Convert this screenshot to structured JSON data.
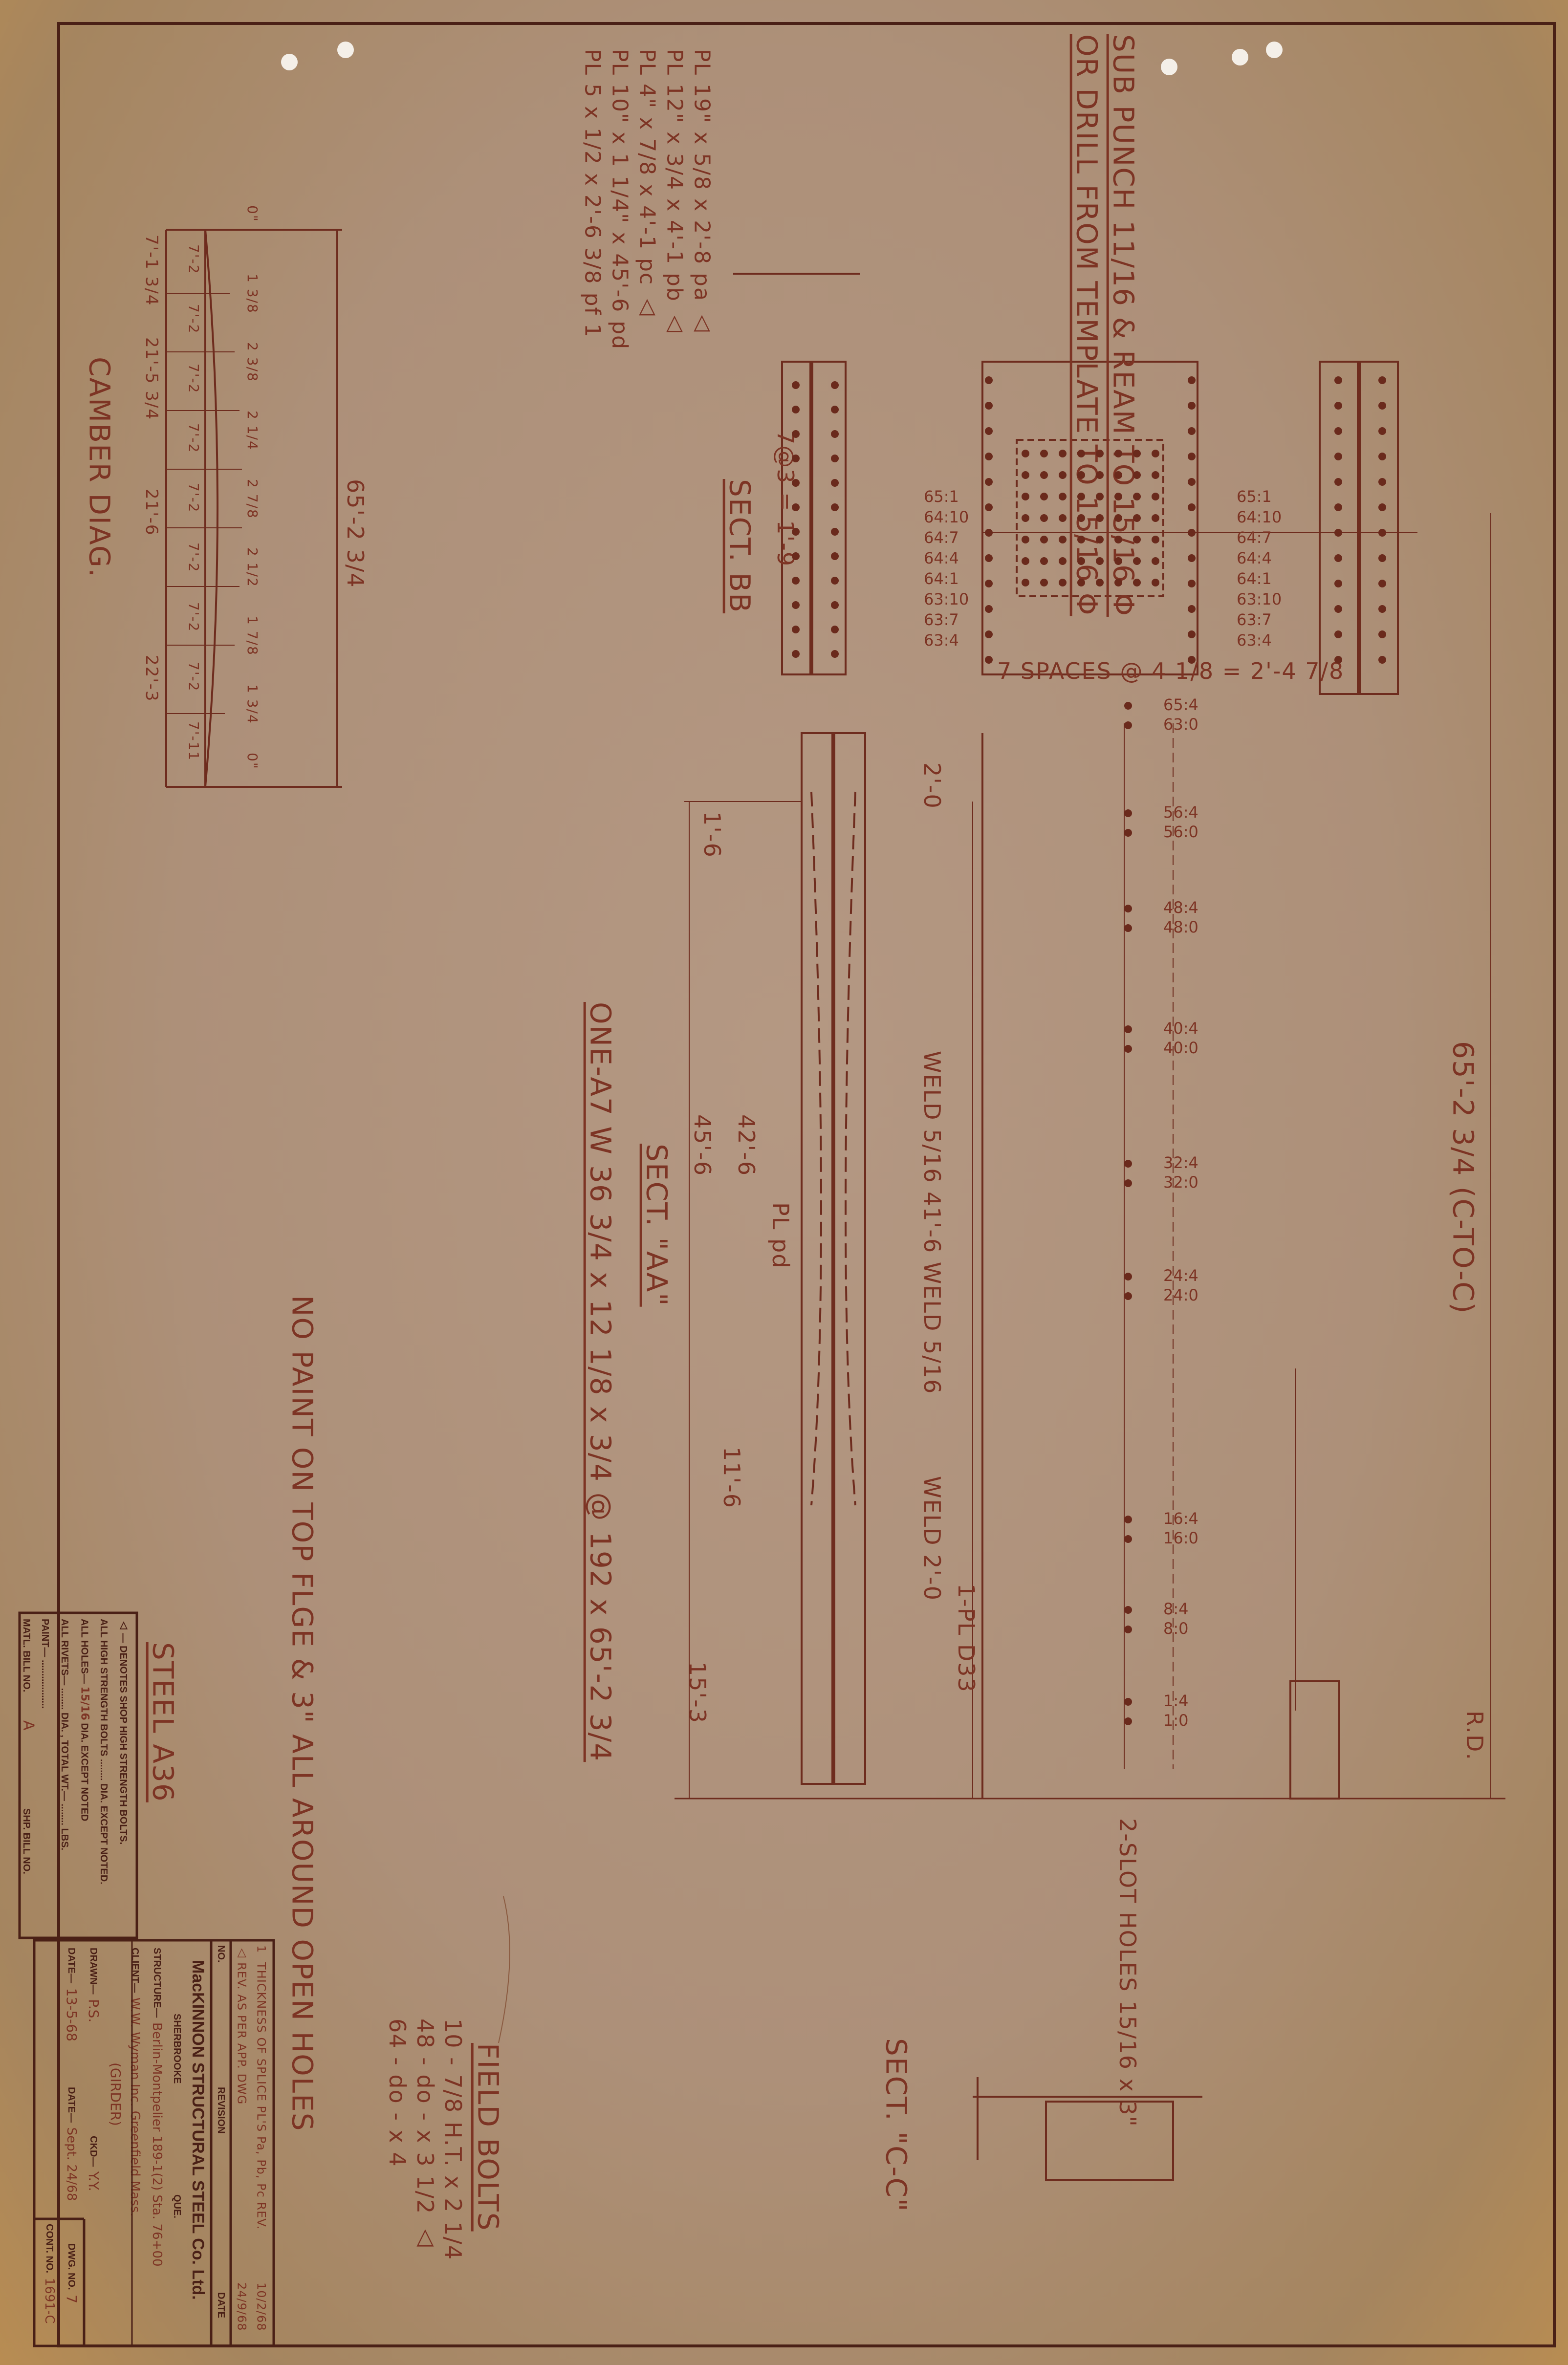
{
  "title_block": {
    "company": "MacKINNON STRUCTURAL STEEL Co. Ltd.",
    "city": "SHERBROOKE",
    "province": "QUE.",
    "revision_headers": {
      "no": "NO.",
      "revision": "REVISION",
      "date": "DATE"
    },
    "revisions": [
      {
        "no": "1",
        "text": "THICKNESS OF SPLICE PL'S Pa, Pb, Pc REV.",
        "date": "10/2/68"
      },
      {
        "no": "△",
        "text": "REV. AS PER APP. DWG",
        "date": "24/9/68"
      }
    ],
    "structure_label": "STRUCTURE—",
    "structure": "Berlin-Montpelier 189-1(2) Sta. 76+00",
    "client_label": "CLIENT—",
    "client": "W.W. Wyman Inc. Greenfield Mass.",
    "part": "(GIRDER)",
    "drawn_label": "DRAWN—",
    "drawn": "P.S.",
    "ckd_label": "CKD—",
    "ckd": "Y.Y.",
    "date_label": "DATE—",
    "date": "13-5-68",
    "date2_label": "DATE—",
    "date2": "Sept. 24/68",
    "dwg_no_label": "DWG. NO.",
    "dwg_no": "7",
    "cont_no_label": "CONT. NO.",
    "cont_no": "1691-C"
  },
  "notes_box": {
    "shop_bolts": "△ — DENOTES SHOP HIGH STRENGTH BOLTS.",
    "hs_bolts": "ALL HIGH STRENGTH BOLTS ........ DIA. EXCEPT NOTED.",
    "holes_label": "ALL HOLES—",
    "holes_value": "15/16",
    "holes_suffix": "DIA. EXCEPT NOTED",
    "rivets": "ALL RIVETS— ........ DIA. , TOTAL WT.— ........ LBS.",
    "paint": "PAINT— ..................",
    "matl_bill_label": "MATL. BILL NO.",
    "matl_bill": "A",
    "shp_bill_label": "SHP. BILL NO.",
    "steel": "STEEL A36"
  },
  "plate_list": [
    "PL 19\" x 5/8 x 2'-8   pa △",
    "PL 12\" x 3/4 x 4'-1   pb △",
    "PL 4\" x 7/8 x 4'-1   pc △",
    "PL 10\" x 1 1/4\" x 45'-6   pd",
    "PL 5 x 1/2 x 2'-6 3/8   pf 1"
  ],
  "punch_note": [
    "SUB PUNCH 11/16 & REAM TO 15/16 Φ",
    "OR DRILL FROM TEMPLATE TO 15/16 Φ"
  ],
  "camber": {
    "title": "CAMBER DIAG.",
    "overall": "65'-2 3/4",
    "left_dims": [
      "7'-1 3/4",
      "21'-5 3/4",
      "21'-6",
      "22'-3"
    ],
    "spacings": [
      "7'-2",
      "7'-2",
      "7'-2",
      "7'-2",
      "7'-2",
      "7'-2",
      "7'-2",
      "7'-2",
      "7'-11"
    ],
    "ordinates": [
      "0\"",
      "1 3/8",
      "2 3/8",
      "2 1/4",
      "2 7/8",
      "2 1/2",
      "1 7/8",
      "1 3/4",
      "0\""
    ]
  },
  "sections": {
    "bb": "SECT. BB",
    "aa": "SECT. \"AA\"",
    "cc": "SECT. \"C-C\"",
    "member": "ONE-A7  W 36 3/4 x 12 1/8 x 3/4 @ 192 x 65'-2 3/4",
    "no_paint": "NO PAINT ON TOP FLGE & 3\" ALL AROUND OPEN HOLES",
    "overall": "65'-2 3/4 (C-TO-C)",
    "spaces": "7 SPACES @ 4 1/8 = 2'-4 7/8",
    "slot_holes": "2-SLOT HOLES 15/16 x 3\"",
    "weld1": "WELD 5/16  41'-6  WELD 5/16",
    "weld2": "WELD 2'-0",
    "pd": "PL pd",
    "pl_d33": "1-PL D33",
    "dims_bb": [
      "65:1",
      "64:10",
      "64:7",
      "64:4",
      "64:1",
      "63:10",
      "63:7",
      "63:4"
    ],
    "dims_bb_total": "7@3 = 1'-9",
    "girder_dims": [
      "1'-6",
      "42'-6",
      "45'-6",
      "11'-6",
      "15'-3",
      "2'-0"
    ],
    "rd": "R.D."
  },
  "stations": [
    "65:4",
    "63:0",
    "56:4",
    "56:0",
    "48:4",
    "48:0",
    "40:4",
    "40:0",
    "32:4",
    "32:0",
    "24:4",
    "24:0",
    "16:4",
    "16:0",
    "8:4",
    "8:0",
    "1:4",
    "1:0"
  ],
  "field_bolts": {
    "title": "FIELD BOLTS",
    "rows": [
      "10 - 7/8 H.T. x 2 1/4",
      "48 - do - x 3 1/2 △",
      "64 - do - x 4"
    ]
  },
  "colors": {
    "paper": "#ad9079",
    "ink": "#7d3424",
    "print_ink": "#4a2016"
  }
}
